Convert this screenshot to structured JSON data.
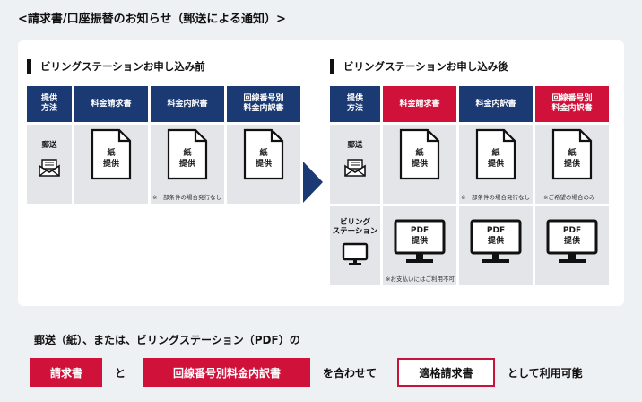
{
  "title": "<請求書/口座振替のお知らせ（郵送による通知）>",
  "before": {
    "heading": "ビリングステーションお申し込み前",
    "headers": [
      "提供\n方法",
      "料金請求書",
      "料金内訳書",
      "回線番号別\n料金内訳書"
    ],
    "row_label": "郵送",
    "docs": [
      "紙\n提供",
      "紙\n提供",
      "紙\n提供"
    ],
    "note": "※一部条件の場合発行なし"
  },
  "after": {
    "heading": "ビリングステーションお申し込み後",
    "headers": [
      "提供\n方法",
      "料金請求書",
      "料金内訳書",
      "回線番号別\n料金内訳書"
    ],
    "row1_label": "郵送",
    "row1_docs": [
      "紙\n提供",
      "紙\n提供",
      "紙\n提供"
    ],
    "row1_notes": [
      "※一部条件の場合発行なし",
      "※ご希望の場合のみ"
    ],
    "row2_label": "ビリング\nステーション",
    "row2_pcs": [
      "PDF\n提供",
      "PDF\n提供",
      "PDF\n提供"
    ],
    "row2_note": "※お支払いにはご利用不可"
  },
  "summary": {
    "line": "郵送（紙）、または、ビリングステーション（PDF）の",
    "tag1": "請求書",
    "and": "と",
    "tag2": "回線番号別料金内訳書",
    "combine": "を合わせて",
    "tag3": "適格請求書",
    "tail": "として利用可能"
  },
  "colors": {
    "navy": "#1b3a73",
    "red": "#d0123a",
    "grey": "#e3e5e8",
    "background": "#eef1f4"
  }
}
